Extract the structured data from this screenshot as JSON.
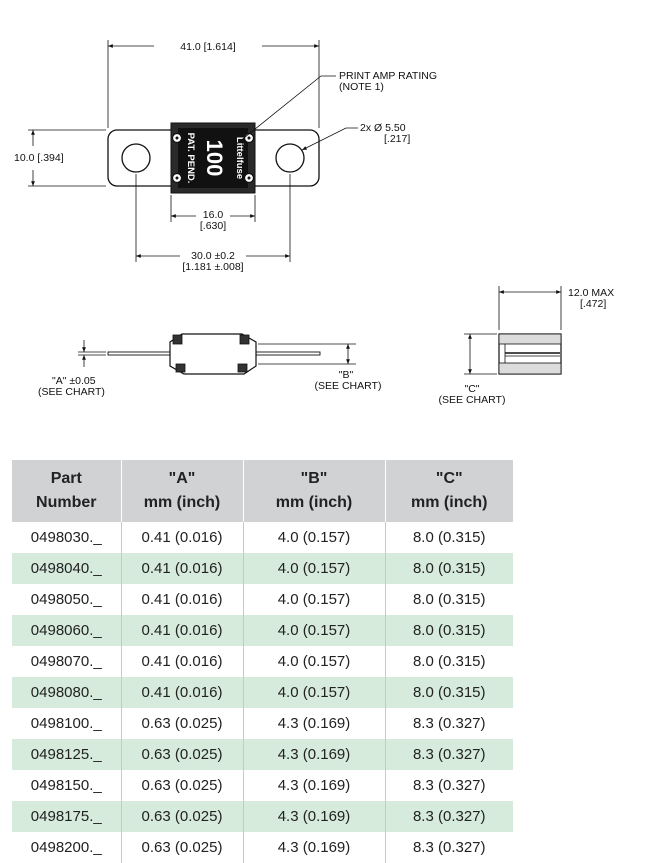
{
  "drawing": {
    "top_view": {
      "overall_length": "41.0 [1.614]",
      "height": "10.0 [.394]",
      "print_note_line1": "PRINT AMP RATING",
      "print_note_line2": "(NOTE 1)",
      "hole_line1": "2x Ø 5.50",
      "hole_line2": "[.217]",
      "body_width_line1": "16.0",
      "body_width_line2": "[.630]",
      "hole_spacing_line1": "30.0 ±0.2",
      "hole_spacing_line2": "[1.181 ±.008]",
      "body_text_left": "PAT. PEND.",
      "body_text_center": "100",
      "body_text_right": "Littelfuse"
    },
    "side_view": {
      "a_line1": "\"A\" ±0.05",
      "a_line2": "(SEE CHART)",
      "b_line1": "\"B\"",
      "b_line2": "(SEE CHART)"
    },
    "end_view": {
      "width_line1": "12.0 MAX",
      "width_line2": "[.472]",
      "c_line1": "\"C\"",
      "c_line2": "(SEE CHART)"
    }
  },
  "table": {
    "headers": [
      {
        "line1": "Part",
        "line2": "Number"
      },
      {
        "line1": "\"A\"",
        "line2": "mm (inch)"
      },
      {
        "line1": "\"B\"",
        "line2": "mm (inch)"
      },
      {
        "line1": "\"C\"",
        "line2": "mm (inch)"
      }
    ],
    "rows": [
      [
        "0498030._",
        "0.41 (0.016)",
        "4.0 (0.157)",
        "8.0 (0.315)"
      ],
      [
        "0498040._",
        "0.41 (0.016)",
        "4.0 (0.157)",
        "8.0 (0.315)"
      ],
      [
        "0498050._",
        "0.41 (0.016)",
        "4.0 (0.157)",
        "8.0 (0.315)"
      ],
      [
        "0498060._",
        "0.41 (0.016)",
        "4.0 (0.157)",
        "8.0 (0.315)"
      ],
      [
        "0498070._",
        "0.41 (0.016)",
        "4.0 (0.157)",
        "8.0 (0.315)"
      ],
      [
        "0498080._",
        "0.41 (0.016)",
        "4.0 (0.157)",
        "8.0 (0.315)"
      ],
      [
        "0498100._",
        "0.63 (0.025)",
        "4.3 (0.169)",
        "8.3 (0.327)"
      ],
      [
        "0498125._",
        "0.63 (0.025)",
        "4.3 (0.169)",
        "8.3 (0.327)"
      ],
      [
        "0498150._",
        "0.63 (0.025)",
        "4.3 (0.169)",
        "8.3 (0.327)"
      ],
      [
        "0498175._",
        "0.63 (0.025)",
        "4.3 (0.169)",
        "8.3 (0.327)"
      ],
      [
        "0498200._",
        "0.63 (0.025)",
        "4.3 (0.169)",
        "8.3 (0.327)"
      ]
    ],
    "header_bg": "#d0d2d3",
    "stripe_bg": "#d6ebdc"
  }
}
